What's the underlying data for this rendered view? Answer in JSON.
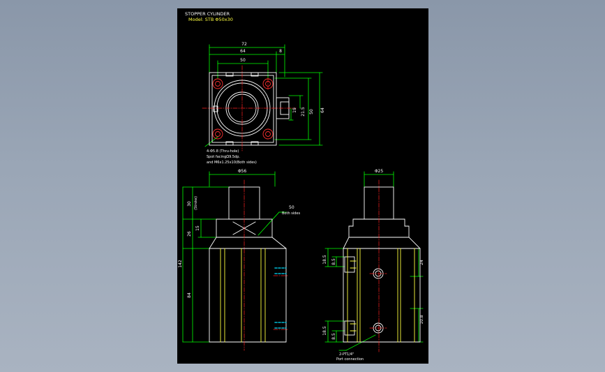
{
  "title": "STOPPER CYLINDER",
  "model": "Model: STB Φ50x30",
  "top_view": {
    "dims": {
      "overall_width": "72",
      "body_width": "64",
      "side_offset": "8",
      "bolt_pitch": "50",
      "port_dim_a": "19",
      "port_dim_b": "21.5",
      "height_inner": "50",
      "height_outer": "64"
    },
    "note_line1": "4-Φ5.8 (Thru-hole)",
    "note_line2": "Spot facingΩ9.5dp.",
    "note_line3": "and M6x1.25x10(Both sides)"
  },
  "front_view": {
    "dims": {
      "body_dia": "Φ56",
      "stroke": "30",
      "stroke_note": "(Stroke)",
      "head_height": "26",
      "head_inner": "15",
      "total_height": "142",
      "body_height": "84",
      "flat": "50",
      "flat_note": "Both sides"
    }
  },
  "side_view": {
    "dims": {
      "rod_dia": "Φ25",
      "upper_port_a": "18.5",
      "upper_port_b": "8.5",
      "right_top": "24",
      "lower_port_a": "18.5",
      "lower_port_b": "8.5",
      "right_bottom": "10.8"
    },
    "port_note_line1": "2-PT1/4\"",
    "port_note_line2": "Port connection"
  },
  "colors": {
    "background": "#8f9cae",
    "sheet": "#000000",
    "outline": "#ffffff",
    "dimension": "#00ff00",
    "centerline": "#ff2020",
    "yellow": "#ffff40",
    "cyan": "#00e0ff",
    "text": "#ffffff"
  }
}
